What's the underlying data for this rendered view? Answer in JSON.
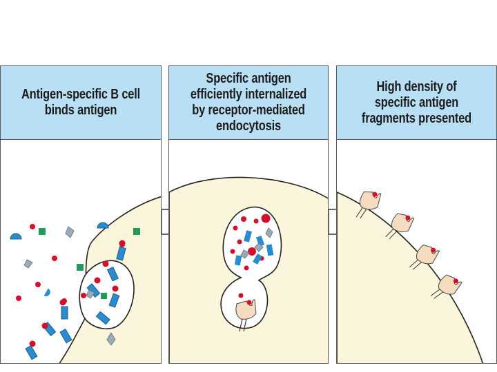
{
  "panels": [
    {
      "title": "Antigen-specific B cell binds antigen"
    },
    {
      "title": "Specific antigen efficiently internalized by receptor-mediated endocytosis"
    },
    {
      "title": "High density of specific antigen fragments presented"
    }
  ],
  "colors": {
    "header_bg": "#b9dff4",
    "cell_fill": "#fbf5dc",
    "receptor_blue": "#2a8ccd",
    "antigen_red": "#d2102c",
    "antigen_green": "#1f9a5b",
    "antigen_grey": "#9aaab6",
    "mhc_fill": "#f6dcbf"
  },
  "icons": [
    "arrow-right-icon",
    "b-cell-receptor-icon",
    "mhc-molecule-icon",
    "antigen-dot-icon"
  ]
}
